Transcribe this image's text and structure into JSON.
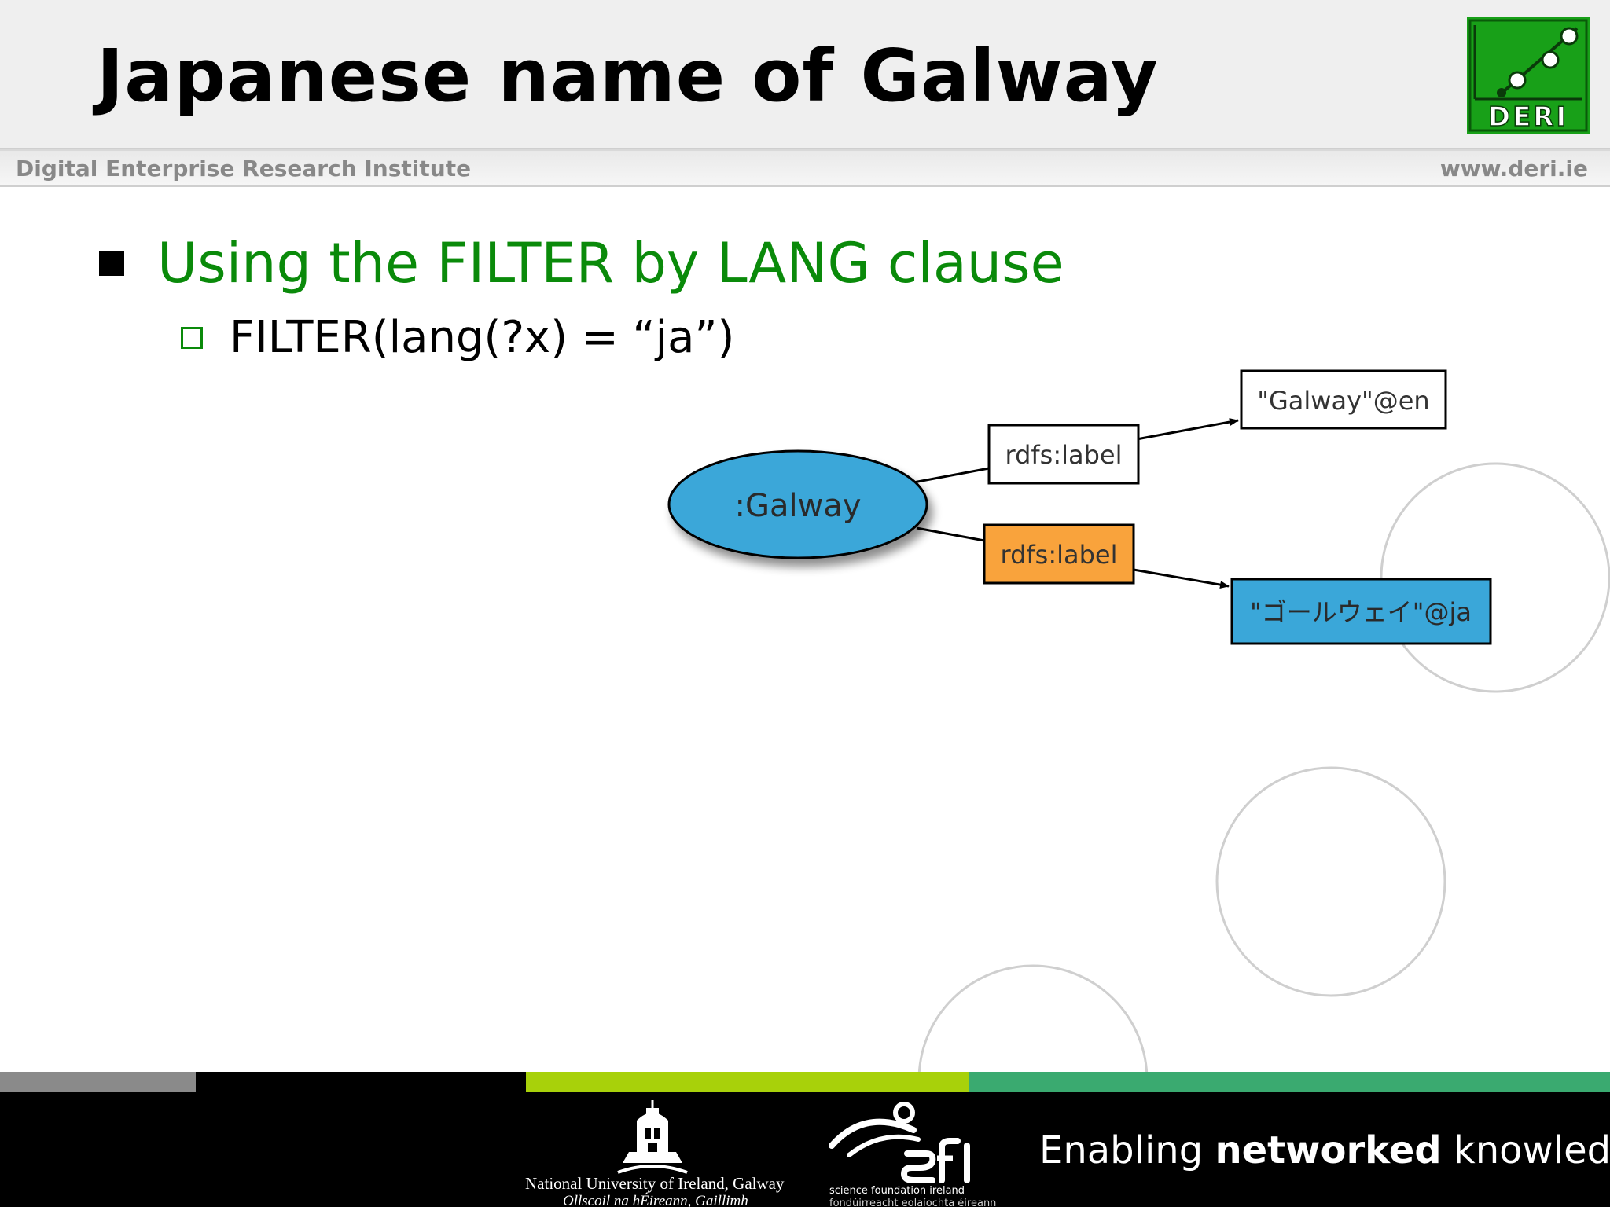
{
  "header": {
    "title": "Japanese name of Galway",
    "institute": "Digital Enterprise Research Institute",
    "website": "www.deri.ie",
    "logo_text": "DERI"
  },
  "content": {
    "bullet_main": "Using the FILTER by LANG clause",
    "bullet_sub": "FILTER(lang(?x) = “ja”)"
  },
  "graph": {
    "subject": ":Galway",
    "edges": [
      {
        "predicate": "rdfs:label",
        "object": "\"Galway\"@en",
        "highlighted": false
      },
      {
        "predicate": "rdfs:label",
        "object": "\"ゴールウェイ\"@ja",
        "highlighted": true
      }
    ]
  },
  "footer": {
    "nui_name": "National University of Ireland, Galway",
    "nui_irish": "Ollscoil na hÉireann, Gaillimh",
    "sfi_name": "science foundation ireland",
    "sfi_irish": "fondúirreacht eolaíochta éireann",
    "tagline_pre": "Enabling ",
    "tagline_bold": "networked",
    "tagline_post": " knowledge."
  },
  "colors": {
    "title_green": "#0a8a0a",
    "node_blue": "#3aa7d9",
    "highlight_orange": "#f9a33c",
    "stripe_gray": "#8a8a8a",
    "stripe_lime": "#a8d10a",
    "stripe_teal": "#3aaa70"
  }
}
